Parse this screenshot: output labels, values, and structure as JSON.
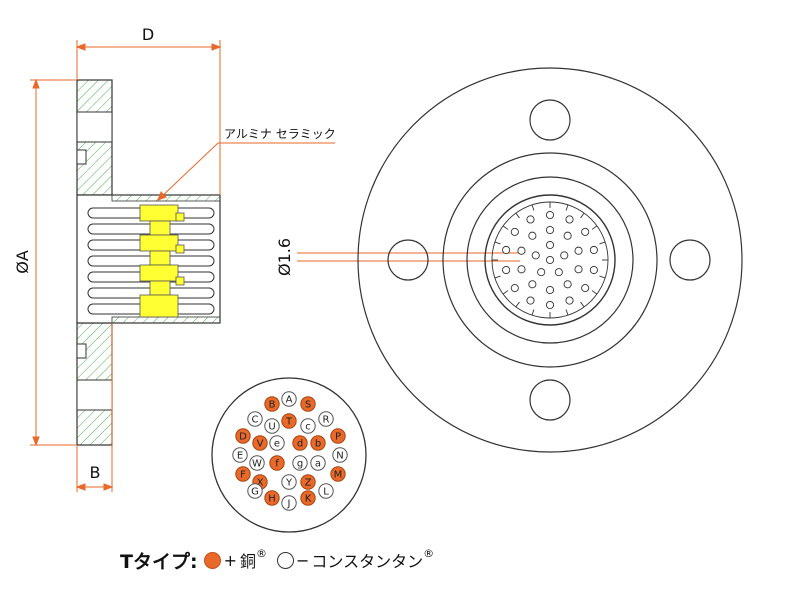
{
  "dimensions": {
    "D": "D",
    "B": "B",
    "A": "ØA",
    "pin_dia": "Ø1.6"
  },
  "callout": "アルミナ セラミック",
  "legend": {
    "type_label": "Tタイプ:",
    "plus": "+",
    "copper": "銅",
    "copper_mark": "®",
    "dash": "−",
    "constantan": "コンスタンタン",
    "constantan_mark": "®",
    "copper_color": "#e8692a",
    "constantan_color": "#ffffff"
  },
  "pin_map": {
    "pins": [
      {
        "label": "B",
        "type": "copper"
      },
      {
        "label": "A",
        "type": "constantan"
      },
      {
        "label": "S",
        "type": "copper"
      },
      {
        "label": "C",
        "type": "constantan"
      },
      {
        "label": "U",
        "type": "constantan"
      },
      {
        "label": "T",
        "type": "copper"
      },
      {
        "label": "c",
        "type": "constantan"
      },
      {
        "label": "R",
        "type": "constantan"
      },
      {
        "label": "D",
        "type": "copper"
      },
      {
        "label": "V",
        "type": "copper"
      },
      {
        "label": "e",
        "type": "constantan"
      },
      {
        "label": "d",
        "type": "copper"
      },
      {
        "label": "b",
        "type": "copper"
      },
      {
        "label": "P",
        "type": "copper"
      },
      {
        "label": "E",
        "type": "constantan"
      },
      {
        "label": "W",
        "type": "constantan"
      },
      {
        "label": "f",
        "type": "copper"
      },
      {
        "label": "g",
        "type": "constantan"
      },
      {
        "label": "a",
        "type": "constantan"
      },
      {
        "label": "N",
        "type": "constantan"
      },
      {
        "label": "F",
        "type": "copper"
      },
      {
        "label": "X",
        "type": "copper"
      },
      {
        "label": "Y",
        "type": "constantan"
      },
      {
        "label": "Z",
        "type": "copper"
      },
      {
        "label": "M",
        "type": "copper"
      },
      {
        "label": "G",
        "type": "constantan"
      },
      {
        "label": "H",
        "type": "copper"
      },
      {
        "label": "J",
        "type": "constantan"
      },
      {
        "label": "K",
        "type": "copper"
      },
      {
        "label": "L",
        "type": "constantan"
      }
    ]
  }
}
